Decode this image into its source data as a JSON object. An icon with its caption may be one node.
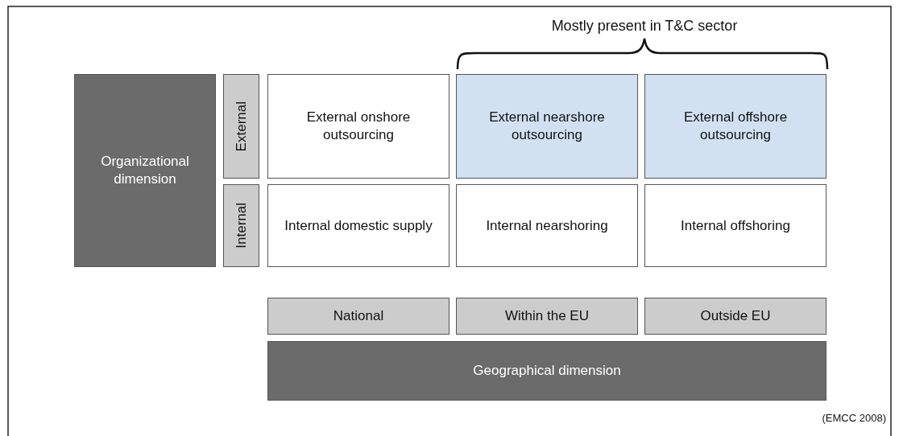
{
  "diagram": {
    "nodes": [
      {
        "text": [
          "Organizational dimension"
        ]
      },
      {
        "text": [
          "External"
        ]
      },
      {
        "text": [
          "External onshore outsourcing"
        ]
      },
      {
        "text": [
          "External nearshore outsourcing"
        ]
      },
      {
        "text": [
          "External offshore outsourcing"
        ]
      },
      {
        "text": [
          "Internal"
        ]
      },
      {
        "text": [
          "Internal domestic supply"
        ]
      },
      {
        "text": [
          "Internal nearshoring"
        ]
      },
      {
        "text": [
          "Internal offshoring"
        ]
      },
      {
        "text": [
          "National"
        ]
      },
      {
        "text": [
          "Within the EU"
        ]
      },
      {
        "text": [
          "Outside EU"
        ]
      },
      {
        "text": [
          "Geographical dimension"
        ]
      }
    ],
    "edges": [],
    "labels": [
      "Mostly present in T&C sector",
      "(EMCC 2008)"
    ]
  }
}
